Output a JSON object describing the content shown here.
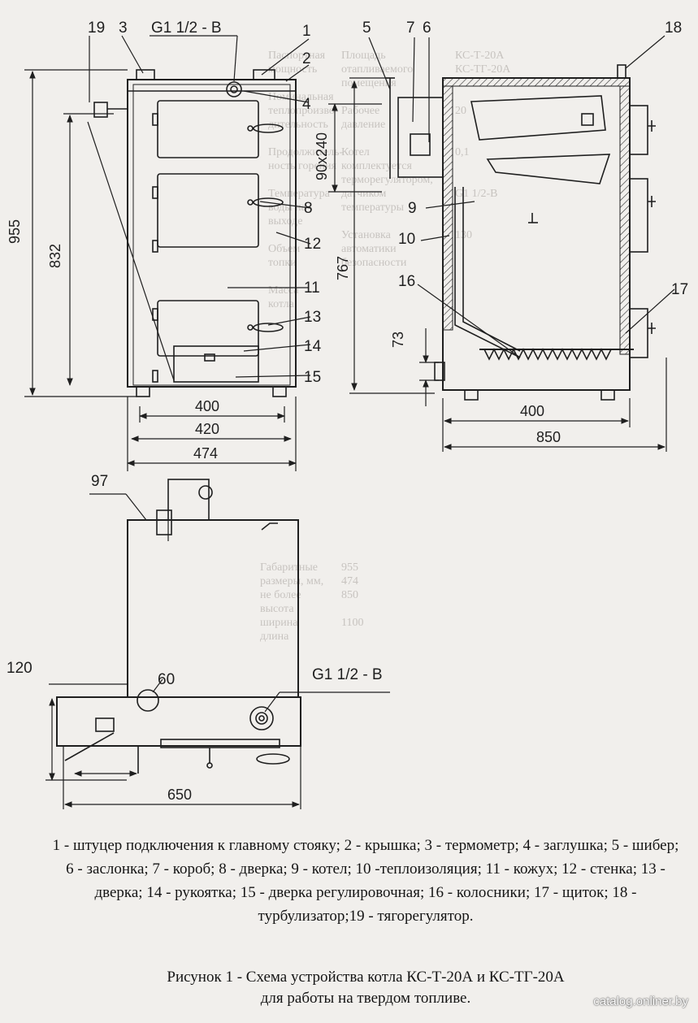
{
  "drawing": {
    "callouts": {
      "top_left_19": "19",
      "top_left_3": "3",
      "top_left_thread": "G1 1/2 - B",
      "top_left_1": "1",
      "top_left_2": "2",
      "top_left_4": "4",
      "top_left_8": "8",
      "top_left_12": "12",
      "top_left_11": "11",
      "top_left_13": "13",
      "top_left_14": "14",
      "top_left_15": "15",
      "right_5": "5",
      "right_7": "7",
      "right_6": "6",
      "right_18": "18",
      "right_9": "9",
      "right_10": "10",
      "right_16": "16",
      "right_17": "17",
      "bottom_97": "97",
      "bottom_60": "60",
      "bottom_120": "120",
      "bottom_thread": "G1 1/2 - B"
    },
    "dimensions": {
      "height_955": "955",
      "height_832": "832",
      "opening_90x240": "90x240",
      "height_767": "767",
      "height_73": "73",
      "width_400_front": "400",
      "width_420": "420",
      "width_474": "474",
      "width_400_side": "400",
      "width_850": "850",
      "width_650": "650"
    }
  },
  "legend": {
    "text": "1 - штуцер подключения к главному стояку; 2 - крышка; 3 - термометр; 4 - заглушка; 5 - шибер; 6 - заслонка; 7 - короб; 8 - дверка; 9 - котел; 10 -теплоизоляция; 11 - кожух; 12 - стенка; 13 - дверка; 14 - рукоятка; 15 - дверка регулировочная; 16 - колосники; 17 - щиток; 18 - турбулизатор;19 - тягорегулятор."
  },
  "caption": {
    "line1": "Рисунок 1 - Схема устройства котла КС-Т-20А и КС-ТГ-20А",
    "line2": "для работы на твердом топливе."
  },
  "watermark": "catalog.onliner.by",
  "colors": {
    "paper": "#f1efec",
    "ink": "#1f1f1f",
    "bleed_text": "#b9b5b1"
  }
}
